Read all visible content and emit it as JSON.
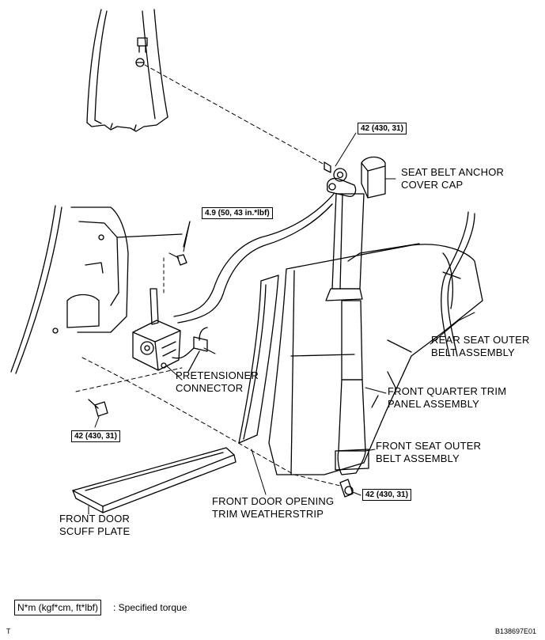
{
  "labels": {
    "anchor_cover_l1": "SEAT BELT ANCHOR",
    "anchor_cover_l2": "COVER CAP",
    "rear_outer_l1": "REAR SEAT OUTER",
    "rear_outer_l2": "BELT ASSEMBLY",
    "quarter_l1": "FRONT QUARTER TRIM",
    "quarter_l2": "PANEL ASSEMBLY",
    "front_outer_l1": "FRONT SEAT OUTER",
    "front_outer_l2": "BELT ASSEMBLY",
    "pretensioner_l1": "PRETENSIONER",
    "pretensioner_l2": "CONNECTOR",
    "weather_l1": "FRONT DOOR OPENING",
    "weather_l2": "TRIM WEATHERSTRIP",
    "scuff_l1": "FRONT DOOR",
    "scuff_l2": "SCUFF PLATE"
  },
  "torques": {
    "upper_anchor": "42 (430, 31)",
    "retractor": "4.9 (50, 43 in.*lbf)",
    "left_bolt": "42 (430, 31)",
    "lower_anchor": "42 (430, 31)"
  },
  "legend": {
    "units": "N*m (kgf*cm, ft*lbf)",
    "meaning": ": Specified torque"
  },
  "footer": {
    "corner_left": "T",
    "figure_id": "B138697E01"
  }
}
